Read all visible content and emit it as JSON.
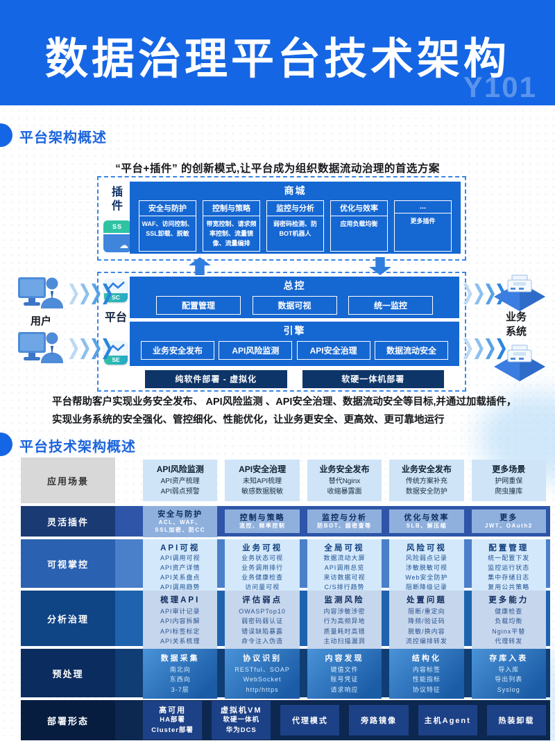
{
  "header": {
    "title": "数据治理平台技术架构",
    "watermark": "Y101"
  },
  "section1": {
    "title": "平台架构概述",
    "subtitle": "“平台+插件” 的创新模式,让平台成为组织数据流动治理的首选方案",
    "left_label": "用户",
    "right_label": "业务系统",
    "plugin_box": {
      "side_label": "插件",
      "store_icon_label": "SS",
      "title": "商城",
      "cards": [
        {
          "title": "安全与防护",
          "body": "WAF、访问控制、SSL卸载、脱敏"
        },
        {
          "title": "控制与策略",
          "body": "带宽控制、请求频率控制、流量镜像、流量编排"
        },
        {
          "title": "监控与分析",
          "body": "弱密码检测、防BOT机器人"
        },
        {
          "title": "优化与效率",
          "body": "应用负载均衡"
        },
        {
          "title": "...",
          "body": "更多插件"
        }
      ]
    },
    "platform_box": {
      "side_label": "平台",
      "sc_icon_label": "SC",
      "se_icon_label": "SE",
      "control": {
        "title": "总控",
        "items": [
          "配置管理",
          "数据可视",
          "统一监控"
        ]
      },
      "engine": {
        "title": "引擎",
        "items": [
          "业务安全发布",
          "API风险监测",
          "API安全治理",
          "数据流动安全"
        ]
      },
      "deploy_bars": [
        "纯软件部署 - 虚拟化",
        "软硬一体机部署"
      ]
    },
    "description_line1": "平台帮助客户实现业务安全发布、 API风险监测 、API安全治理、数据流动安全等目标,并通过加载插件，",
    "description_line2": "实现业务系统的安全强化、管控细化、性能优化，让业务更安全、更高效、更可靠地运行"
  },
  "section2": {
    "title": "平台技术架构概述",
    "table": {
      "rows": [
        {
          "id": "app-scenarios",
          "label": "应用场景",
          "style": "scen",
          "cards": [
            {
              "title": "API风险监测",
              "items": [
                "API资产梳理",
                "API弱点预警"
              ]
            },
            {
              "title": "API安全治理",
              "items": [
                "未知API梳理",
                "敏感数据脱敏"
              ]
            },
            {
              "title": "业务安全发布",
              "items": [
                "替代Nginx",
                "收缩暴露面"
              ]
            },
            {
              "title": "业务安全发布",
              "items": [
                "传统方案补充",
                "数据安全防护"
              ]
            },
            {
              "title": "更多场景",
              "items": [
                "护网重保",
                "爬虫撞库"
              ]
            }
          ]
        },
        {
          "id": "flexible-plugins",
          "label": "灵活插件",
          "style": "plug",
          "cards": [
            {
              "title": "安全与防护",
              "items": [
                "ACL、WAF、",
                "SSL加密、防CC"
              ]
            },
            {
              "title": "控制与策略",
              "items": [
                "流控、频率控制"
              ]
            },
            {
              "title": "监控与分析",
              "items": [
                "防BOT、弱密查等"
              ]
            },
            {
              "title": "优化与效率",
              "items": [
                "SLB、解压缩"
              ]
            },
            {
              "title": "更多",
              "items": [
                "JWT、OAuth2"
              ]
            }
          ]
        },
        {
          "id": "visual-control",
          "label": "可视掌控",
          "style": "vis",
          "cards": [
            {
              "title": "API可视",
              "items": [
                "API调用可视",
                "API资产详情",
                "API关系盘点",
                "API调用趋势"
              ]
            },
            {
              "title": "业务可视",
              "items": [
                "业务状态可视",
                "业务调用排行",
                "业务健康检查",
                "访问量可视"
              ]
            },
            {
              "title": "全局可视",
              "items": [
                "数据流动大屏",
                "API调用总览",
                "来访数据可视",
                "C/S排行趋势"
              ]
            },
            {
              "title": "风险可视",
              "items": [
                "风险弱点记录",
                "涉敏脱敏可视",
                "Web安全防护",
                "阻断降级记录"
              ]
            },
            {
              "title": "配置管理",
              "items": [
                "统一配置下发",
                "监控运行状态",
                "集中存储日志",
                "复用公共策略"
              ]
            }
          ]
        },
        {
          "id": "analysis-governance",
          "label": "分析治理",
          "style": "ana",
          "cards": [
            {
              "title": "梳理API",
              "items": [
                "API审计记录",
                "API内容拆解",
                "API标签标定",
                "API关系梳理"
              ]
            },
            {
              "title": "评估弱点",
              "items": [
                "OWASPTop10",
                "弱密码弱认证",
                "错误缺陷暴露",
                "命令注入伪造"
              ]
            },
            {
              "title": "监测风险",
              "items": [
                "内容涉敏涉密",
                "行为高频异地",
                "质量耗时高错",
                "主动扫描漏洞"
              ]
            },
            {
              "title": "处置问题",
              "items": [
                "阻断/重定向",
                "降频/验证码",
                "脱敏/换内容",
                "流控编排转发"
              ]
            },
            {
              "title": "更多能力",
              "items": [
                "健康检查",
                "负载均衡",
                "Nginx平替",
                "代理转发"
              ]
            }
          ]
        },
        {
          "id": "preprocessing",
          "label": "预处理",
          "style": "pre",
          "cards": [
            {
              "title": "数据采集",
              "items": [
                "南北向",
                "东西向",
                "3-7层"
              ]
            },
            {
              "title": "协议识别",
              "items": [
                "RESTful、SOAP",
                "WebSocket",
                "http/https"
              ]
            },
            {
              "title": "内容发现",
              "items": [
                "键值文件",
                "账号凭证",
                "请求响应"
              ]
            },
            {
              "title": "结构化",
              "items": [
                "内容标签",
                "性能指标",
                "协议特征"
              ]
            },
            {
              "title": "存库入表",
              "items": [
                "导入库",
                "导出列表",
                "Syslog"
              ]
            }
          ]
        },
        {
          "id": "deployment-forms",
          "label": "部署形态",
          "style": "dep",
          "cards": [
            {
              "title": "高可用",
              "items": [
                "HA部署",
                "Cluster部署"
              ]
            },
            {
              "title": "虚拟机VM",
              "items": [
                "软硬一体机",
                "华为DCS"
              ]
            },
            {
              "title": "代理模式",
              "items": []
            },
            {
              "title": "旁路镜像",
              "items": []
            },
            {
              "title": "主机Agent",
              "items": []
            },
            {
              "title": "热装卸载",
              "items": []
            }
          ]
        }
      ]
    }
  }
}
